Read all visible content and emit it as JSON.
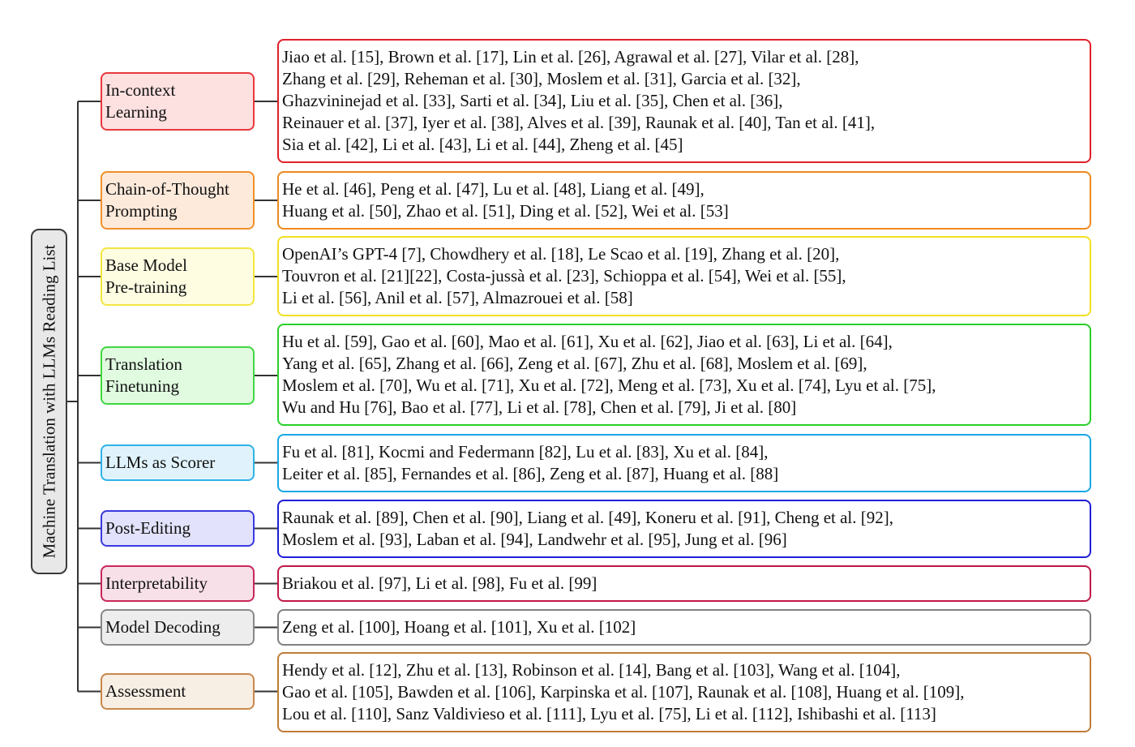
{
  "root": {
    "label": "Machine Translation with LLMs Reading List"
  },
  "branches": [
    {
      "category": [
        "In-context",
        "Learning"
      ],
      "border": "#e8383d",
      "fill": "#fde0e0",
      "ref_border": "#e0202a",
      "refs": [
        "Jiao et al. [15], Brown et al. [17], Lin et al. [26], Agrawal et al. [27], Vilar et al. [28],",
        "Zhang et al. [29], Reheman et al. [30], Moslem et al. [31], Garcia et al. [32],",
        "Ghazvininejad et al. [33], Sarti et al. [34], Liu et al. [35], Chen et al. [36],",
        "Reinauer et al. [37], Iyer et al. [38], Alves et al. [39], Raunak et al. [40], Tan et al. [41],",
        "Sia et al. [42], Li et al. [43], Li et al. [44], Zheng et al. [45]"
      ]
    },
    {
      "category": [
        "Chain-of-Thought",
        "Prompting"
      ],
      "border": "#f0902a",
      "fill": "#fdeadb",
      "ref_border": "#ee8a1e",
      "refs": [
        "He et al. [46], Peng et al. [47], Lu et al. [48], Liang et al. [49],",
        "Huang et al. [50], Zhao et al. [51], Ding et al. [52], Wei et al. [53]"
      ]
    },
    {
      "category": [
        "Base Model",
        "Pre-training"
      ],
      "border": "#f2e640",
      "fill": "#fefde2",
      "ref_border": "#f0e020",
      "refs": [
        "OpenAI’s GPT-4 [7], Chowdhery et al. [18], Le Scao et al. [19], Zhang et al. [20],",
        "Touvron et al. [21][22], Costa-jussà et al. [23], Schioppa et al. [54], Wei et al. [55],",
        "Li et al. [56], Anil et al. [57], Almazrouei et al. [58]"
      ]
    },
    {
      "category": [
        "Translation",
        "Finetuning"
      ],
      "border": "#40d840",
      "fill": "#e0fbe0",
      "ref_border": "#28d028",
      "refs": [
        "Hu et al. [59], Gao et al. [60], Mao et al. [61], Xu et al. [62], Jiao et al. [63], Li et al. [64],",
        "Yang et al. [65], Zhang et al. [66], Zeng et al. [67], Zhu et al. [68], Moslem et al. [69],",
        "Moslem et al. [70], Wu et al. [71], Xu et al. [72], Meng et al. [73], Xu et al. [74], Lyu et al. [75],",
        "Wu and Hu [76], Bao et al. [77], Li et al. [78], Chen et al. [79], Ji et al. [80]"
      ]
    },
    {
      "category": [
        "LLMs as Scorer"
      ],
      "border": "#2eb2e8",
      "fill": "#e0f3fc",
      "ref_border": "#18a8e6",
      "refs": [
        "Fu et al. [81], Kocmi and Federmann [82], Lu et al. [83], Xu et al. [84],",
        "Leiter et al. [85], Fernandes et al. [86], Zeng et al. [87], Huang et al. [88]"
      ]
    },
    {
      "category": [
        "Post-Editing"
      ],
      "border": "#3a3ae0",
      "fill": "#e2e2fc",
      "ref_border": "#1e1ed8",
      "refs": [
        "Raunak et al. [89], Chen et al. [90], Liang et al. [49], Koneru et al. [91], Cheng et al. [92],",
        "Moslem et al. [93], Laban et al. [94], Landwehr et al. [95], Jung et al. [96]"
      ]
    },
    {
      "category": [
        "Interpretability"
      ],
      "border": "#c8285a",
      "fill": "#f7e0e7",
      "ref_border": "#c01848",
      "refs": [
        "Briakou et al. [97], Li et al. [98], Fu et al. [99]"
      ]
    },
    {
      "category": [
        "Model Decoding"
      ],
      "border": "#888888",
      "fill": "#ededed",
      "ref_border": "#808080",
      "refs": [
        "Zeng et al. [100], Hoang et al. [101], Xu et al. [102]"
      ]
    },
    {
      "category": [
        "Assessment"
      ],
      "border": "#c8884a",
      "fill": "#f7eee4",
      "ref_border": "#c07c38",
      "refs": [
        "Hendy et al. [12], Zhu et al. [13], Robinson et al. [14], Bang et al. [103], Wang et al. [104],",
        "Gao et al. [105], Bawden et al. [106], Karpinska et al. [107], Raunak et al. [108], Huang et al. [109],",
        "Lou et al. [110], Sanz Valdivieso et al. [111], Lyu et al. [75], Li et al. [112], Ishibashi et al. [113]"
      ]
    }
  ]
}
